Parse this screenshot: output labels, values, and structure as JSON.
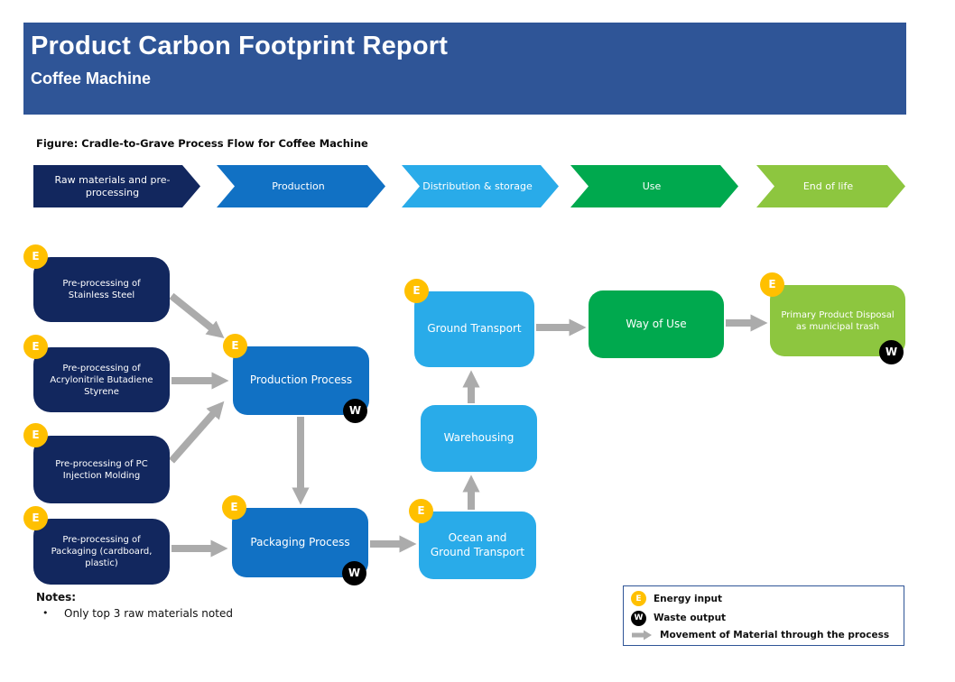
{
  "header": {
    "title": "Product Carbon Footprint Report",
    "subtitle": "Coffee Machine"
  },
  "figure_caption": "Figure: Cradle-to-Grave Process Flow for Coffee Machine",
  "lifecycle_stages": [
    {
      "label": "Raw materials and pre-processing",
      "color": "#12275E"
    },
    {
      "label": "Production",
      "color": "#1171C4"
    },
    {
      "label": "Distribution & storage",
      "color": "#29ABE9"
    },
    {
      "label": "Use",
      "color": "#00A94E"
    },
    {
      "label": "End of life",
      "color": "#8DC63F"
    }
  ],
  "process_boxes": [
    {
      "id": "stainless-steel",
      "label": "Pre-processing of Stainless Steel",
      "color": "#12275E",
      "energy_input": true,
      "waste_output": false
    },
    {
      "id": "abs",
      "label": "Pre-processing of Acrylonitrile Butadiene Styrene",
      "color": "#12275E",
      "energy_input": true,
      "waste_output": false
    },
    {
      "id": "pc-injection-molding",
      "label": "Pre-processing of PC Injection Molding",
      "color": "#12275E",
      "energy_input": true,
      "waste_output": false
    },
    {
      "id": "packaging-materials",
      "label": "Pre-processing of Packaging (cardboard, plastic)",
      "color": "#12275E",
      "energy_input": true,
      "waste_output": false
    },
    {
      "id": "production-process",
      "label": "Production Process",
      "color": "#1171C4",
      "energy_input": true,
      "waste_output": true
    },
    {
      "id": "packaging-process",
      "label": "Packaging Process",
      "color": "#1171C4",
      "energy_input": true,
      "waste_output": true
    },
    {
      "id": "ground-transport",
      "label": "Ground Transport",
      "color": "#29ABE9",
      "energy_input": true,
      "waste_output": false
    },
    {
      "id": "warehousing",
      "label": "Warehousing",
      "color": "#29ABE9",
      "energy_input": false,
      "waste_output": false
    },
    {
      "id": "ocean-ground-transport",
      "label": "Ocean and Ground Transport",
      "color": "#29ABE9",
      "energy_input": true,
      "waste_output": false
    },
    {
      "id": "way-of-use",
      "label": "Way of Use",
      "color": "#00A94E",
      "energy_input": false,
      "waste_output": false
    },
    {
      "id": "disposal",
      "label": "Primary Product Disposal as municipal trash",
      "color": "#8DC63F",
      "energy_input": true,
      "waste_output": true
    }
  ],
  "connections": [
    {
      "from": "Pre-processing of Stainless Steel",
      "to": "Production Process"
    },
    {
      "from": "Pre-processing of Acrylonitrile Butadiene Styrene",
      "to": "Production Process"
    },
    {
      "from": "Pre-processing of PC Injection Molding",
      "to": "Production Process"
    },
    {
      "from": "Pre-processing of Packaging (cardboard, plastic)",
      "to": "Packaging Process"
    },
    {
      "from": "Production Process",
      "to": "Packaging Process"
    },
    {
      "from": "Packaging Process",
      "to": "Ocean and Ground Transport"
    },
    {
      "from": "Ocean and Ground Transport",
      "to": "Warehousing"
    },
    {
      "from": "Warehousing",
      "to": "Ground Transport"
    },
    {
      "from": "Ground Transport",
      "to": "Way of Use"
    },
    {
      "from": "Way of Use",
      "to": "Primary Product Disposal as municipal trash"
    }
  ],
  "badges": {
    "energy": "E",
    "waste": "W"
  },
  "notes": {
    "heading": "Notes:",
    "bullet": "•",
    "items": [
      "Only top 3 raw materials noted"
    ]
  },
  "legend": {
    "items": [
      {
        "icon": "energy-badge",
        "label": "Energy input"
      },
      {
        "icon": "waste-badge",
        "label": "Waste output"
      },
      {
        "icon": "material-flow-arrow",
        "label": "Movement of Material through the process"
      }
    ]
  },
  "colors": {
    "header_band": "#2F5597",
    "stage_raw_materials": "#12275E",
    "stage_production": "#1171C4",
    "stage_distribution": "#29ABE9",
    "stage_use": "#00A94E",
    "stage_end_of_life": "#8DC63F",
    "energy_badge": "#FFC000",
    "waste_badge": "#000000",
    "flow_arrow": "#ABABAB",
    "legend_border": "#2F5597"
  }
}
